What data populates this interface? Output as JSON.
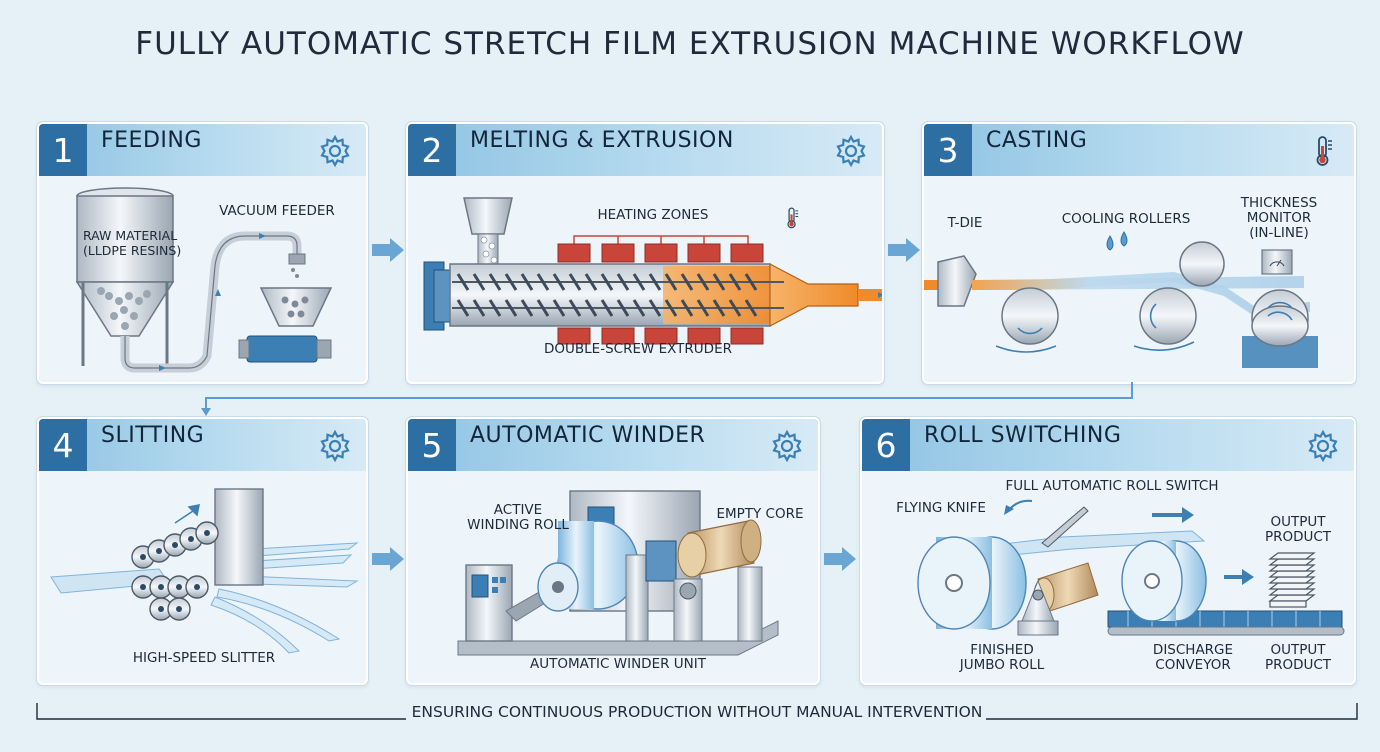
{
  "title": "FULLY AUTOMATIC STRETCH FILM EXTRUSION MACHINE WORKFLOW",
  "colors": {
    "accent": "#2e6fa3",
    "header": "#8ec3e3",
    "melt": "#f08a2a",
    "heater": "#c9453a"
  },
  "steps": [
    {
      "number": "1",
      "title": "FEEDING",
      "icon": "gear-icon",
      "labels": {
        "raw_material": "RAW MATERIAL\n(LLDPE RESINS)",
        "vacuum_feeder": "VACUUM FEEDER"
      }
    },
    {
      "number": "2",
      "title": "MELTING & EXTRUSION",
      "icon": "gear-icon",
      "labels": {
        "heating_zones": "HEATING ZONES",
        "extruder": "DOUBLE-SCREW EXTRUDER"
      }
    },
    {
      "number": "3",
      "title": "CASTING",
      "icon": "thermometer-icon",
      "labels": {
        "t_die": "T-DIE",
        "cooling_rollers": "COOLING ROLLERS",
        "thickness_monitor": "THICKNESS\nMONITOR\n(IN-LINE)"
      }
    },
    {
      "number": "4",
      "title": "SLITTING",
      "icon": "gear-icon",
      "labels": {
        "slitter": "HIGH-SPEED SLITTER"
      }
    },
    {
      "number": "5",
      "title": "AUTOMATIC WINDER",
      "icon": "gear-icon",
      "labels": {
        "active_roll": "ACTIVE\nWINDING ROLL",
        "empty_core": "EMPTY CORE",
        "winder_unit": "AUTOMATIC WINDER UNIT"
      }
    },
    {
      "number": "6",
      "title": "ROLL SWITCHING",
      "icon": "gear-icon",
      "labels": {
        "roll_switch": "FULL AUTOMATIC ROLL SWITCH",
        "flying_knife": "FLYING KNIFE",
        "output_top": "OUTPUT\nPRODUCT",
        "jumbo_roll": "FINISHED\nJUMBO ROLL",
        "conveyor": "DISCHARGE\nCONVEYOR",
        "output_bottom": "OUTPUT\nPRODUCT"
      }
    }
  ],
  "footer": "ENSURING CONTINUOUS PRODUCTION WITHOUT MANUAL INTERVENTION"
}
